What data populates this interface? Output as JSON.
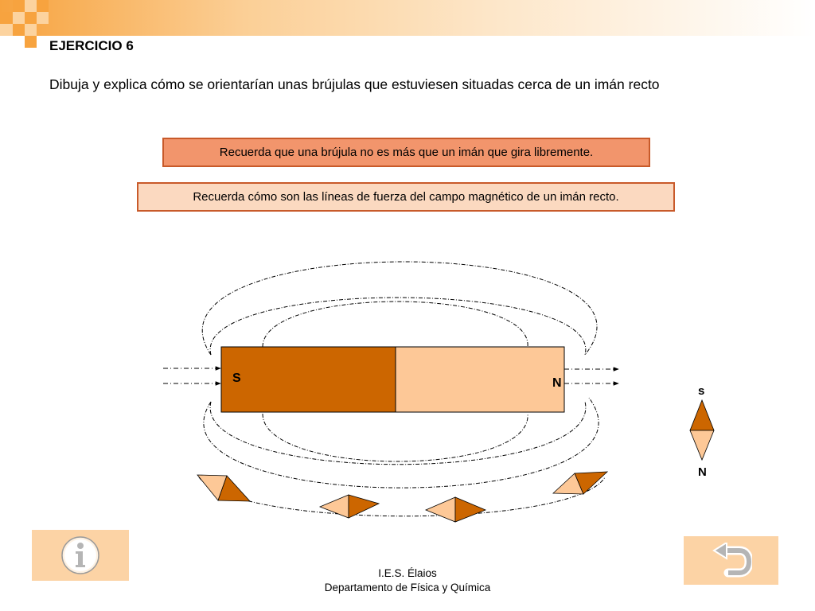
{
  "header": {
    "title": "EJERCICIO 6",
    "prompt": "Dibuja y explica cómo se orientarían unas brújulas que estuviesen situadas cerca de un imán recto"
  },
  "hints": [
    {
      "label": "Recuerda que una brújula no es más que un imán que gira libremente."
    },
    {
      "label": "Recuerda cómo son las líneas de fuerza del campo magnético de un imán recto."
    }
  ],
  "diagram": {
    "magnet": {
      "south_label": "S",
      "north_label": "N",
      "south_color": "#cc6600",
      "north_color": "#fdc897"
    },
    "compass": {
      "top_label": "s",
      "bottom_label": "N"
    }
  },
  "buttons": {
    "info_icon": "info-icon",
    "back_icon": "back-arrow-icon"
  },
  "footer": {
    "line1": "I.E.S. Élaios",
    "line2": "Departamento de Física y Química"
  },
  "colors": {
    "accent": "#f7a33f",
    "dark_orange": "#cc6600",
    "light_orange": "#fdc897"
  }
}
